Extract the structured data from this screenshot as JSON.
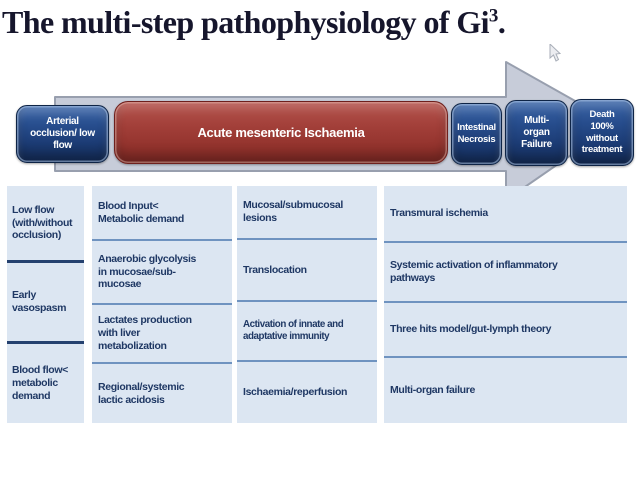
{
  "title": {
    "text": "The multi-step pathophysiology of Gi",
    "superscript": "3",
    "period": "."
  },
  "flow": {
    "boxes": [
      {
        "id": "arterial-occlusion",
        "label": "Arterial\nocclusion/ low\nflow",
        "color": "#1e3f78"
      },
      {
        "id": "acute-mesenteric-ischaemia",
        "label": "Acute mesenteric Ischaemia",
        "color": "#9c3a34"
      },
      {
        "id": "intestinal-necrosis",
        "label": "Intestinal\nNecrosis",
        "color": "#1e3f78"
      },
      {
        "id": "multi-organ-failure",
        "label": "Multi-\norgan\nFailure",
        "color": "#1e3f78"
      },
      {
        "id": "death",
        "label": "Death\n100%\nwithout\ntreatment",
        "color": "#1e3f78"
      }
    ],
    "arrow_color": "#c7ccd9",
    "arrow_border_color": "#989fae"
  },
  "table": {
    "bg_color": "#dce6f2",
    "text_color": "#1f3864",
    "columns": [
      {
        "cells": [
          "Low flow\n(with/without\nocclusion)",
          "Early\nvasospasm",
          "Blood flow<\nmetabolic\ndemand"
        ]
      },
      {
        "cells": [
          "Blood Input<\nMetabolic demand",
          "Anaerobic glycolysis\nin mucosae/sub-\nmucosae",
          "Lactates production\nwith liver\nmetabolization",
          "Regional/systemic\nlactic acidosis"
        ]
      },
      {
        "cells": [
          "Mucosal/submucosal\nlesions",
          "Translocation",
          "Activation of innate and\nadaptative immunity",
          "Ischaemia/reperfusion"
        ]
      },
      {
        "cells": [
          "Transmural ischemia",
          "Systemic activation of inflammatory\npathways",
          "Three hits model/gut-lymph theory",
          "Multi-organ failure"
        ]
      }
    ]
  }
}
